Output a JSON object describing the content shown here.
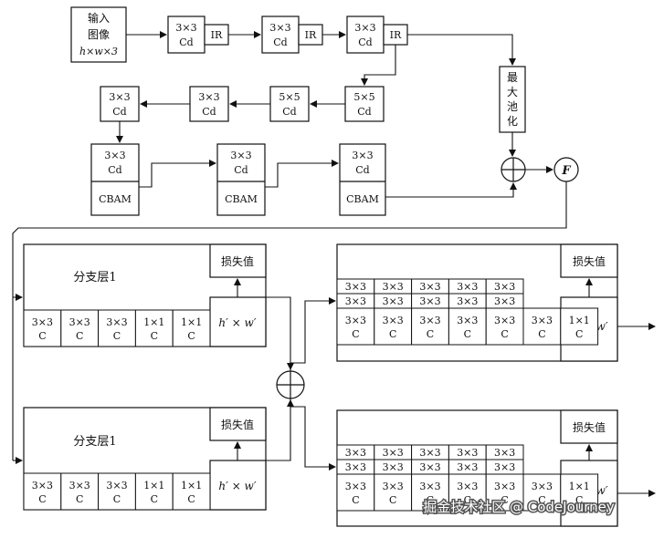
{
  "input": {
    "line1": "输入",
    "line2": "图像",
    "line3": "h×w×3"
  },
  "labels": {
    "conv3": [
      "3×3",
      "Cd"
    ],
    "conv5": [
      "5×5",
      "Cd"
    ],
    "ir": "IR",
    "cbam": "CBAM",
    "pool": [
      "最",
      "大",
      "池",
      "化"
    ],
    "fuse": "F",
    "add": "+",
    "branch": "分支层1",
    "loss": "损失值",
    "hw": "h′ × w′",
    "c3": [
      "3×3",
      "C"
    ],
    "c1": [
      "1×1",
      "C"
    ],
    "k3": "3×3"
  },
  "watermark": "掘金技术社区 @ CodeJourney"
}
